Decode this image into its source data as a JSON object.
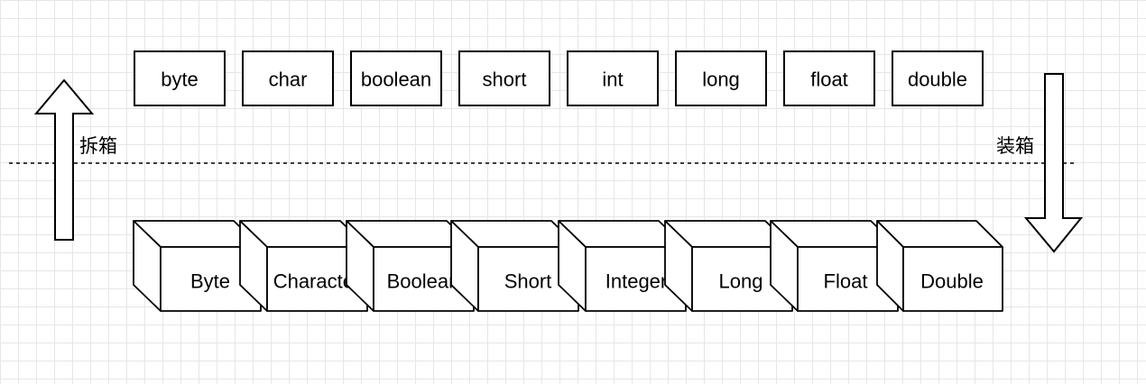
{
  "primitives": [
    "byte",
    "char",
    "boolean",
    "short",
    "int",
    "long",
    "float",
    "double"
  ],
  "wrappers": [
    "Byte",
    "Character",
    "Boolean",
    "Short",
    "Integer",
    "Long",
    "Float",
    "Double"
  ],
  "labels": {
    "unboxing": "拆箱",
    "boxing": "装箱"
  }
}
